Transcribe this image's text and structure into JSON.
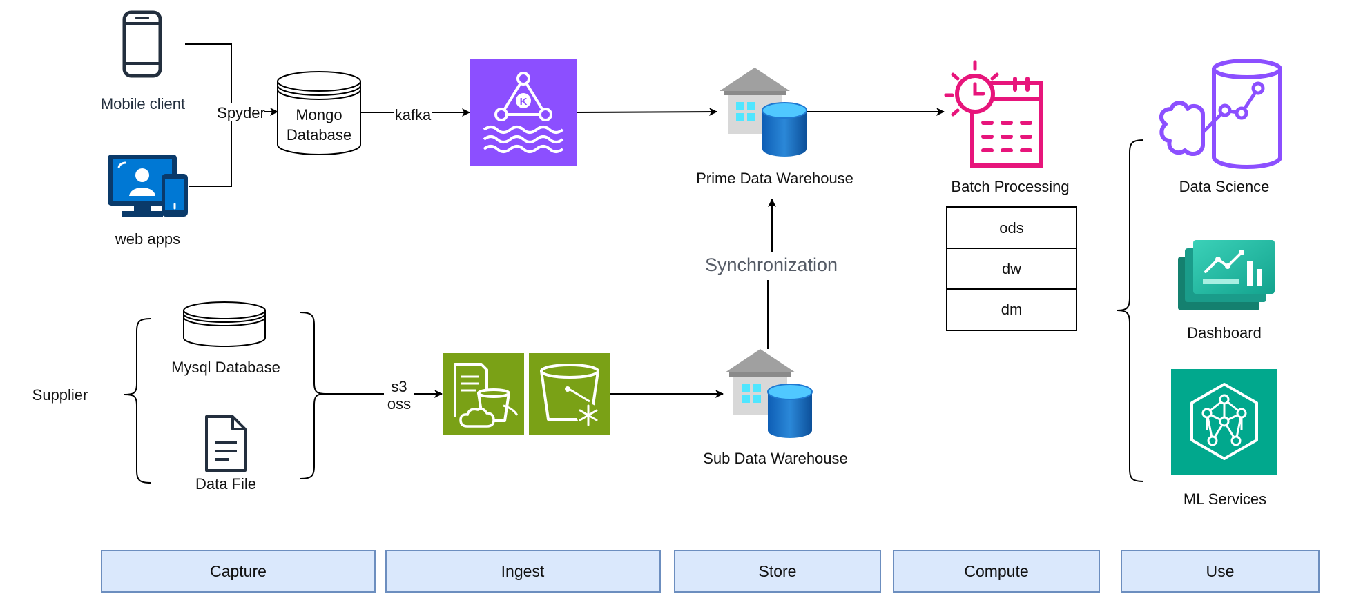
{
  "nodes": {
    "mobile_client": "Mobile client",
    "web_apps": "web apps",
    "spyder": "Spyder",
    "mongo_line1": "Mongo",
    "mongo_line2": "Database",
    "kafka": "kafka",
    "prime_dw": "Prime Data Warehouse",
    "synchronization": "Synchronization",
    "sub_dw": "Sub Data Warehouse",
    "batch_processing": "Batch Processing",
    "supplier": "Supplier",
    "mysql_db": "Mysql Database",
    "data_file": "Data File",
    "s3": "s3",
    "oss": "oss",
    "data_science": "Data Science",
    "dashboard": "Dashboard",
    "ml_services": "ML Services"
  },
  "layers": [
    "ods",
    "dw",
    "dm"
  ],
  "stages": [
    "Capture",
    "Ingest",
    "Store",
    "Compute",
    "Use"
  ],
  "colors": {
    "kafka_purple": "#8c4fff",
    "storage_green": "#7aa116",
    "warehouse_gray": "#a0a0a0",
    "warehouse_window": "#50e6ff",
    "db_blue": "#1f78d1",
    "batch_pink": "#e7157b",
    "science_purple": "#8c4fff",
    "dashboard_teal": "#1a9c8a",
    "ml_teal": "#01a88d",
    "stage_fill": "#dae8fc",
    "stage_border": "#6c8ebf",
    "web_blue": "#0078d4",
    "icon_navy": "#232f3e"
  },
  "icons": {
    "mobile": "mobile-phone-icon",
    "web": "web-apps-icon",
    "kafka": "kafka-stream-icon",
    "warehouse": "data-warehouse-icon",
    "batch": "batch-calendar-icon",
    "science": "data-science-icon",
    "dashboard": "dashboard-icon",
    "ml": "ml-services-icon",
    "file": "data-file-icon"
  }
}
